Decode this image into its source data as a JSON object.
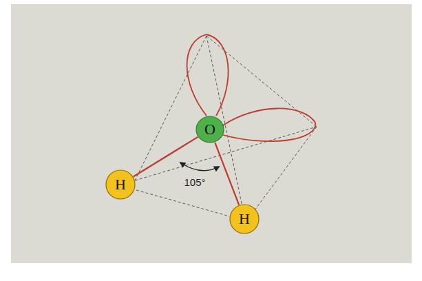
{
  "diagram": {
    "nodes": [
      {
        "text": [
          "O"
        ]
      },
      {
        "text": [
          "H"
        ]
      },
      {
        "text": [
          "H"
        ]
      }
    ],
    "edges": [
      {
        "from": 0,
        "to": 1,
        "arrow": "none"
      },
      {
        "from": 0,
        "to": 2,
        "arrow": "none"
      }
    ],
    "labels": [
      "105°"
    ]
  }
}
